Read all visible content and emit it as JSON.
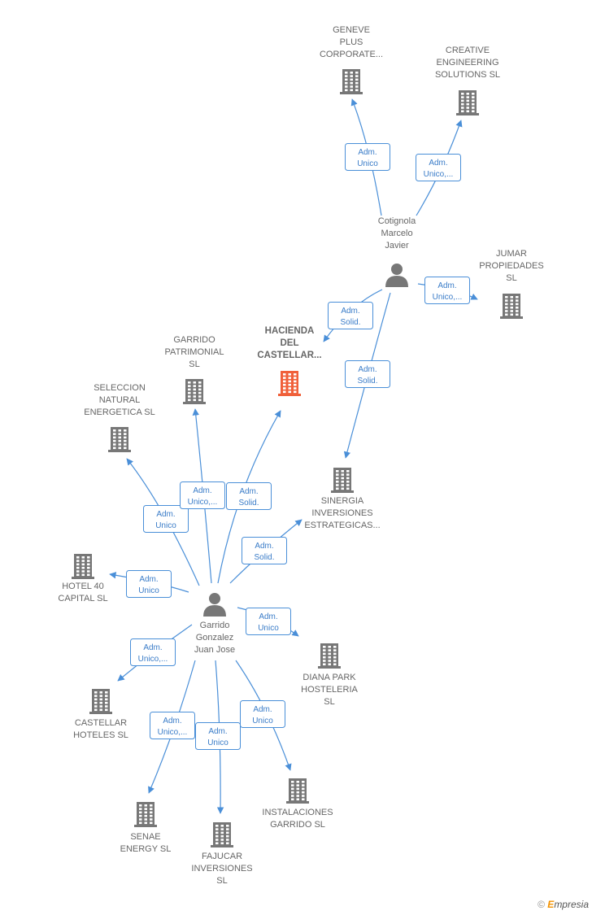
{
  "nodes": [
    {
      "id": "geneve",
      "kind": "company",
      "lines": [
        "GENEVE",
        "PLUS",
        "CORPORATE..."
      ],
      "color": "#777777"
    },
    {
      "id": "creative",
      "kind": "company",
      "lines": [
        "CREATIVE",
        "ENGINEERING",
        "SOLUTIONS  SL"
      ],
      "color": "#777777"
    },
    {
      "id": "cotignola",
      "kind": "person",
      "lines": [
        "Cotignola",
        "Marcelo",
        "Javier"
      ]
    },
    {
      "id": "jumar",
      "kind": "company",
      "lines": [
        "JUMAR",
        "PROPIEDADES",
        "SL"
      ],
      "color": "#777777"
    },
    {
      "id": "hacienda",
      "kind": "company",
      "lines": [
        "HACIENDA",
        "DEL",
        "CASTELLAR..."
      ],
      "color": "#f0603a",
      "main": true
    },
    {
      "id": "garrido_patr",
      "kind": "company",
      "lines": [
        "GARRIDO",
        "PATRIMONIAL",
        "SL"
      ],
      "color": "#777777"
    },
    {
      "id": "seleccion",
      "kind": "company",
      "lines": [
        "SELECCION",
        "NATURAL",
        "ENERGETICA SL"
      ],
      "color": "#777777"
    },
    {
      "id": "sinergia",
      "kind": "company",
      "lines": [
        "SINERGIA",
        "INVERSIONES",
        "ESTRATEGICAS..."
      ],
      "color": "#777777"
    },
    {
      "id": "hotel40",
      "kind": "company",
      "lines": [
        "HOTEL 40",
        "CAPITAL  SL"
      ],
      "color": "#777777"
    },
    {
      "id": "garrido",
      "kind": "person",
      "lines": [
        "Garrido",
        "Gonzalez",
        "Juan Jose"
      ]
    },
    {
      "id": "diana",
      "kind": "company",
      "lines": [
        "DIANA PARK",
        "HOSTELERIA",
        "SL"
      ],
      "color": "#777777"
    },
    {
      "id": "castellar",
      "kind": "company",
      "lines": [
        "CASTELLAR",
        "HOTELES  SL"
      ],
      "color": "#777777"
    },
    {
      "id": "instalaciones",
      "kind": "company",
      "lines": [
        "INSTALACIONES",
        "GARRIDO  SL"
      ],
      "color": "#777777"
    },
    {
      "id": "senae",
      "kind": "company",
      "lines": [
        "SENAE",
        "ENERGY  SL"
      ],
      "color": "#777777"
    },
    {
      "id": "fajucar",
      "kind": "company",
      "lines": [
        "FAJUCAR",
        "INVERSIONES",
        "SL"
      ],
      "color": "#777777"
    }
  ],
  "edges": [
    {
      "from": "cotignola",
      "to": "geneve",
      "badge": [
        "Adm.",
        "Unico"
      ]
    },
    {
      "from": "cotignola",
      "to": "creative",
      "badge": [
        "Adm.",
        "Unico,..."
      ]
    },
    {
      "from": "cotignola",
      "to": "jumar",
      "badge": [
        "Adm.",
        "Unico,..."
      ]
    },
    {
      "from": "cotignola",
      "to": "hacienda",
      "badge": [
        "Adm.",
        "Solid."
      ]
    },
    {
      "from": "cotignola",
      "to": "sinergia",
      "badge": [
        "Adm.",
        "Solid."
      ]
    },
    {
      "from": "garrido",
      "to": "seleccion",
      "badge": [
        "Adm.",
        "Unico"
      ]
    },
    {
      "from": "garrido",
      "to": "garrido_patr",
      "badge": [
        "Adm.",
        "Unico,..."
      ]
    },
    {
      "from": "garrido",
      "to": "hacienda",
      "badge": [
        "Adm.",
        "Solid."
      ]
    },
    {
      "from": "garrido",
      "to": "sinergia",
      "badge": [
        "Adm.",
        "Solid."
      ]
    },
    {
      "from": "garrido",
      "to": "hotel40",
      "badge": [
        "Adm.",
        "Unico"
      ]
    },
    {
      "from": "garrido",
      "to": "diana",
      "badge": [
        "Adm.",
        "Unico"
      ]
    },
    {
      "from": "garrido",
      "to": "castellar",
      "badge": [
        "Adm.",
        "Unico,..."
      ]
    },
    {
      "from": "garrido",
      "to": "senae",
      "badge": [
        "Adm.",
        "Unico,..."
      ]
    },
    {
      "from": "garrido",
      "to": "fajucar",
      "badge": [
        "Adm.",
        "Unico"
      ]
    },
    {
      "from": "garrido",
      "to": "instalaciones",
      "badge": [
        "Adm.",
        "Unico"
      ]
    }
  ],
  "footer": {
    "copyright": "©",
    "brand_initial": "E",
    "brand_rest": "mpresia"
  }
}
